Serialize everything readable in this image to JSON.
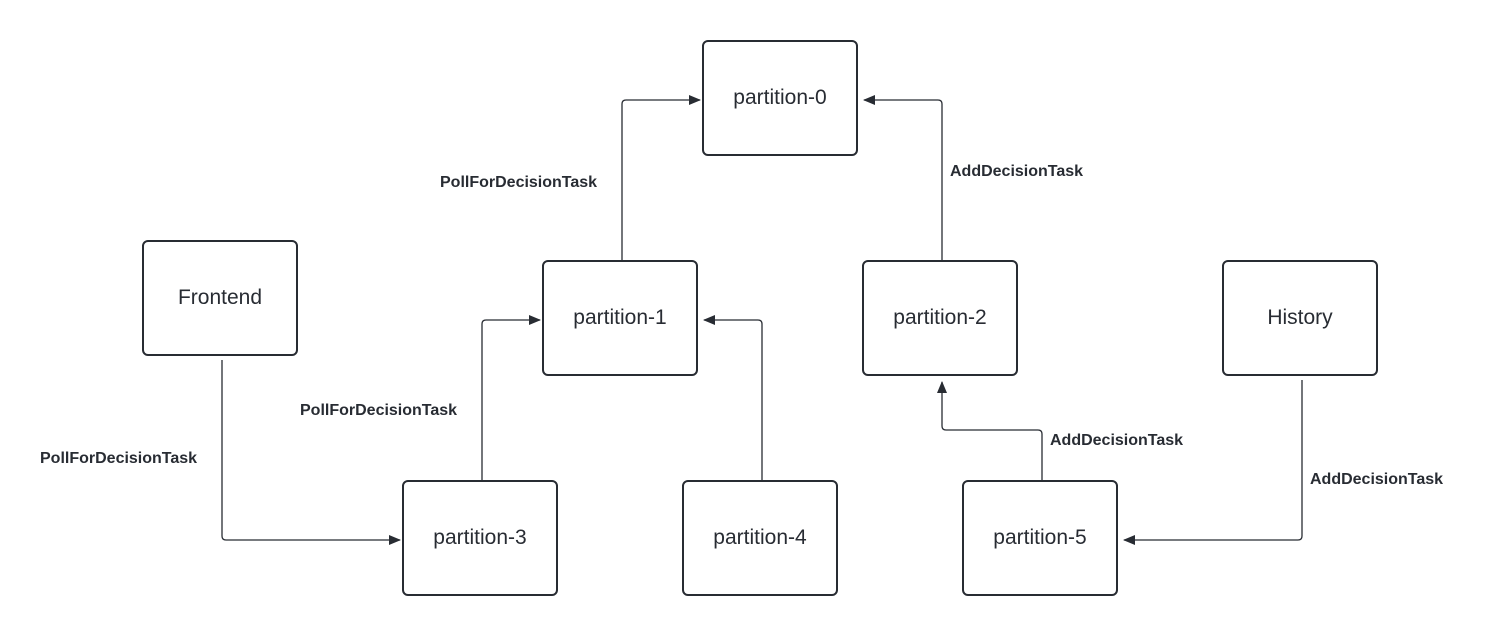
{
  "colors": {
    "stroke": "#282c33",
    "background": "#ffffff"
  },
  "nodes": {
    "partition_0": "partition-0",
    "partition_1": "partition-1",
    "partition_2": "partition-2",
    "partition_3": "partition-3",
    "partition_4": "partition-4",
    "partition_5": "partition-5",
    "frontend": "Frontend",
    "history": "History"
  },
  "edges": {
    "p1_to_p0": "PollForDecisionTask",
    "p2_to_p0": "AddDecisionTask",
    "p3_to_p1": "PollForDecisionTask",
    "p4_to_p1": "",
    "frontend_to_p3": "PollForDecisionTask",
    "p5_to_p2": "AddDecisionTask",
    "history_to_p5": "AddDecisionTask"
  }
}
